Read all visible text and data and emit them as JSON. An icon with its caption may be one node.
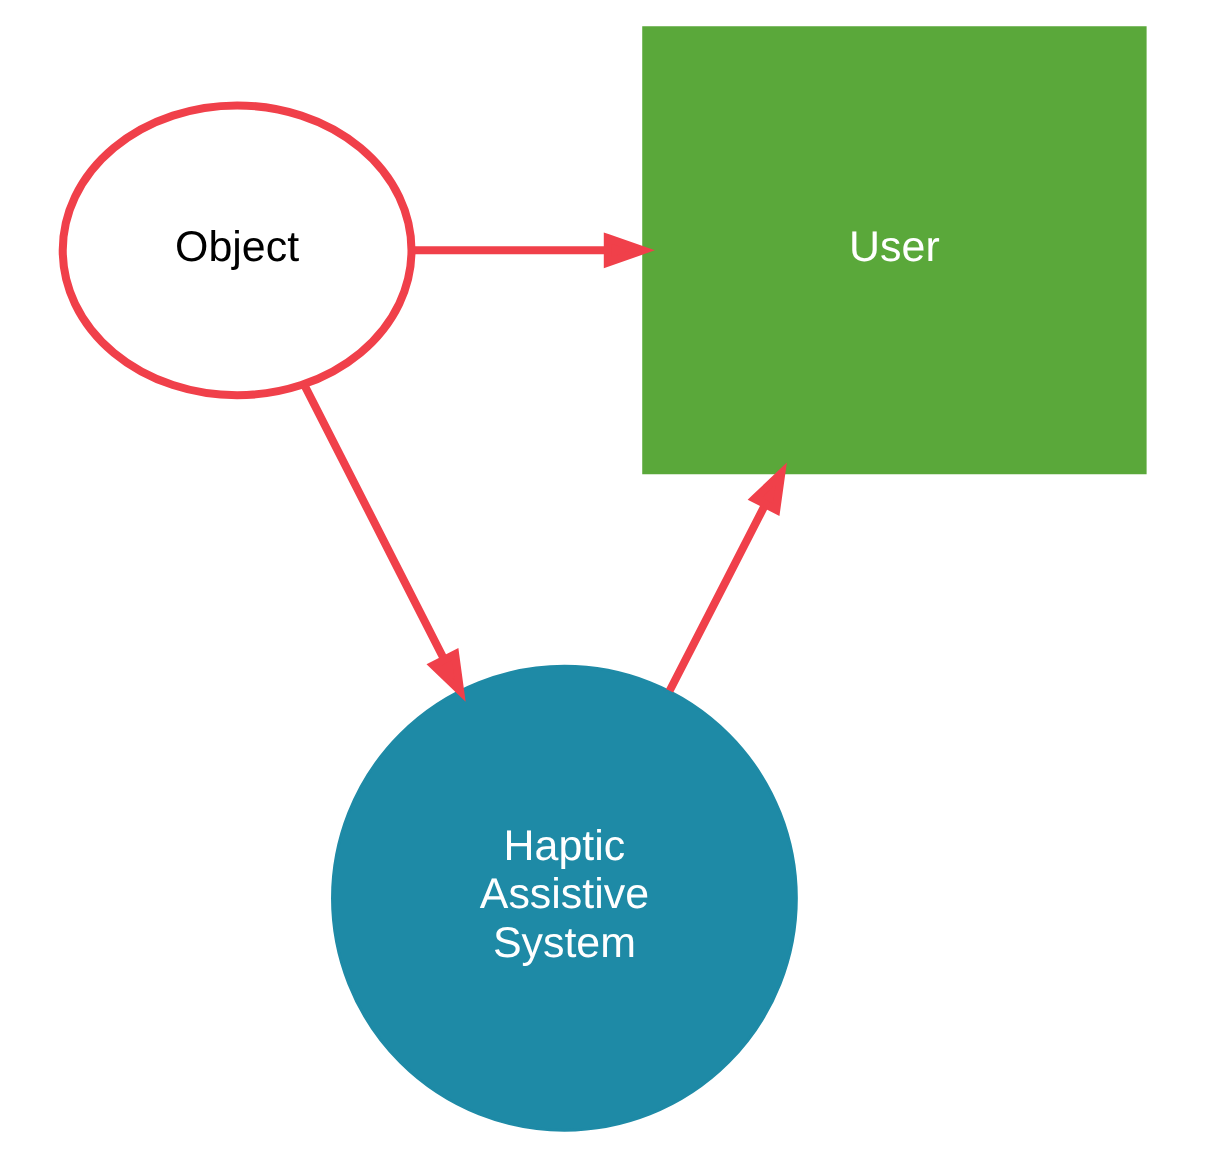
{
  "diagram": {
    "nodes": [
      {
        "text": [
          "Object"
        ]
      },
      {
        "text": [
          "User"
        ]
      },
      {
        "text": [
          "Haptic Assistive System"
        ]
      }
    ],
    "edges": [
      {
        "from": 0,
        "to": 1,
        "arrow": "to"
      },
      {
        "from": 0,
        "to": 2,
        "arrow": "to"
      },
      {
        "from": 2,
        "to": 1,
        "arrow": "to"
      }
    ]
  }
}
